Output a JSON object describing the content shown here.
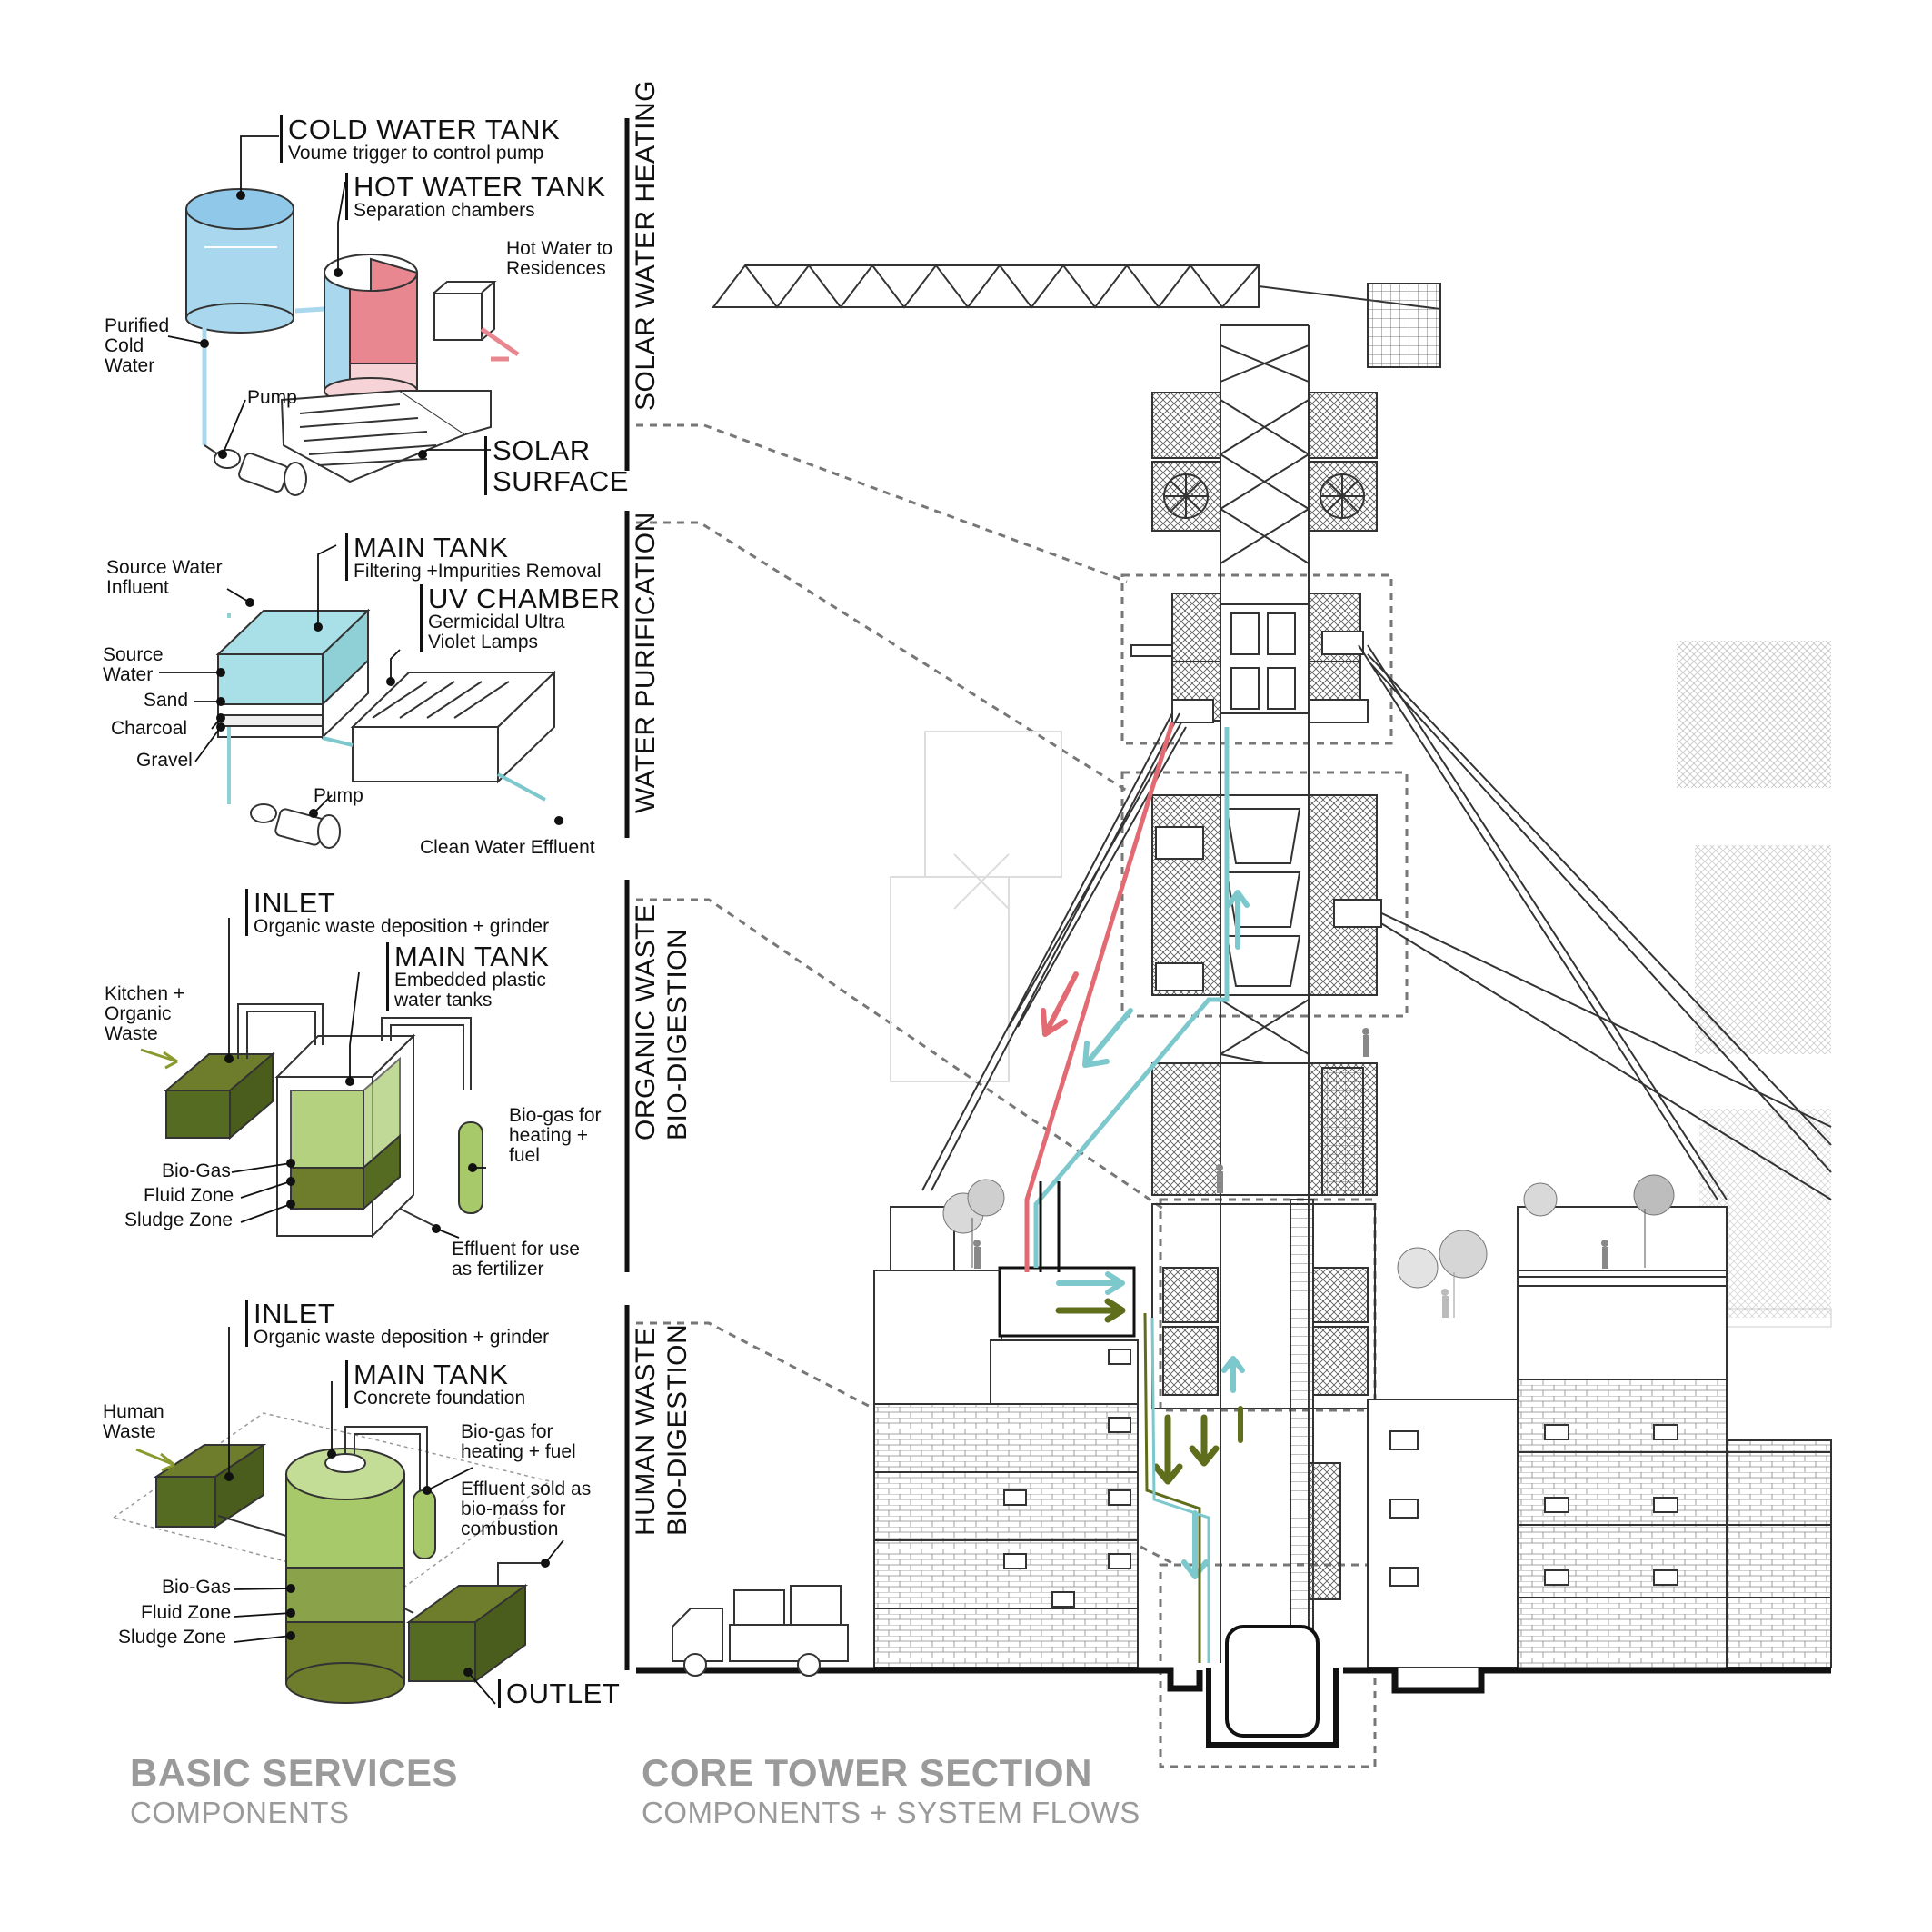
{
  "solar": {
    "section": "SOLAR WATER HEATING",
    "cold_title": "COLD WATER TANK",
    "cold_sub": "Voume trigger to control pump",
    "hot_title": "HOT WATER TANK",
    "hot_sub": "Separation chambers",
    "hot_to": "Hot Water to Residences",
    "purified": "Purified Cold Water",
    "pump": "Pump",
    "surface1": "SOLAR",
    "surface2": "SURFACE"
  },
  "water": {
    "section": "WATER PURIFICATION",
    "main_title": "MAIN TANK",
    "main_sub": "Filtering +Impurities Removal",
    "uv_title": "UV CHAMBER",
    "uv_sub": "Germicidal Ultra Violet Lamps",
    "influent": "Source Water Influent",
    "source": "Source Water",
    "sand": "Sand",
    "charcoal": "Charcoal",
    "gravel": "Gravel",
    "pump": "Pump",
    "effluent": "Clean Water Effluent"
  },
  "organic": {
    "section1": "ORGANIC WASTE",
    "section2": "BIO-DIGESTION",
    "inlet_title": "INLET",
    "inlet_sub": "Organic waste deposition + grinder",
    "main_title": "MAIN TANK",
    "main_sub": "Embedded plastic water tanks",
    "kitchen": "Kitchen + Organic Waste",
    "biogas_use": "Bio-gas for heating + fuel",
    "biogas": "Bio-Gas",
    "fluid": "Fluid Zone",
    "sludge": "Sludge Zone",
    "effluent": "Effluent for use as fertilizer"
  },
  "human": {
    "section1": "HUMAN WASTE",
    "section2": "BIO-DIGESTION",
    "inlet_title": "INLET",
    "inlet_sub": "Organic waste deposition + grinder",
    "main_title": "MAIN TANK",
    "main_sub": "Concrete foundation",
    "human_waste": "Human Waste",
    "biogas_use": "Bio-gas for heating + fuel",
    "effluent": "Effluent sold as bio-mass for combustion",
    "biogas": "Bio-Gas",
    "fluid": "Fluid Zone",
    "sludge": "Sludge Zone",
    "outlet": "OUTLET"
  },
  "footer": {
    "left_title": "BASIC SERVICES",
    "left_sub": "COMPONENTS",
    "right_title": "CORE TOWER SECTION",
    "right_sub": "COMPONENTS + SYSTEM FLOWS"
  },
  "colors": {
    "cold_water": "#a9d8ee",
    "hot_water": "#e8878f",
    "clean_water": "#8fd0d6",
    "biogas_green": "#a7c96a",
    "sludge": "#556b22",
    "flow_red": "#e26b73",
    "flow_cyan": "#7cc8cc",
    "flow_olive": "#5f6e1d"
  },
  "icons": [
    "fan-icon",
    "pump-icon",
    "tree-icon",
    "person-icon",
    "truck-icon",
    "crane-icon",
    "arrow-icon"
  ]
}
